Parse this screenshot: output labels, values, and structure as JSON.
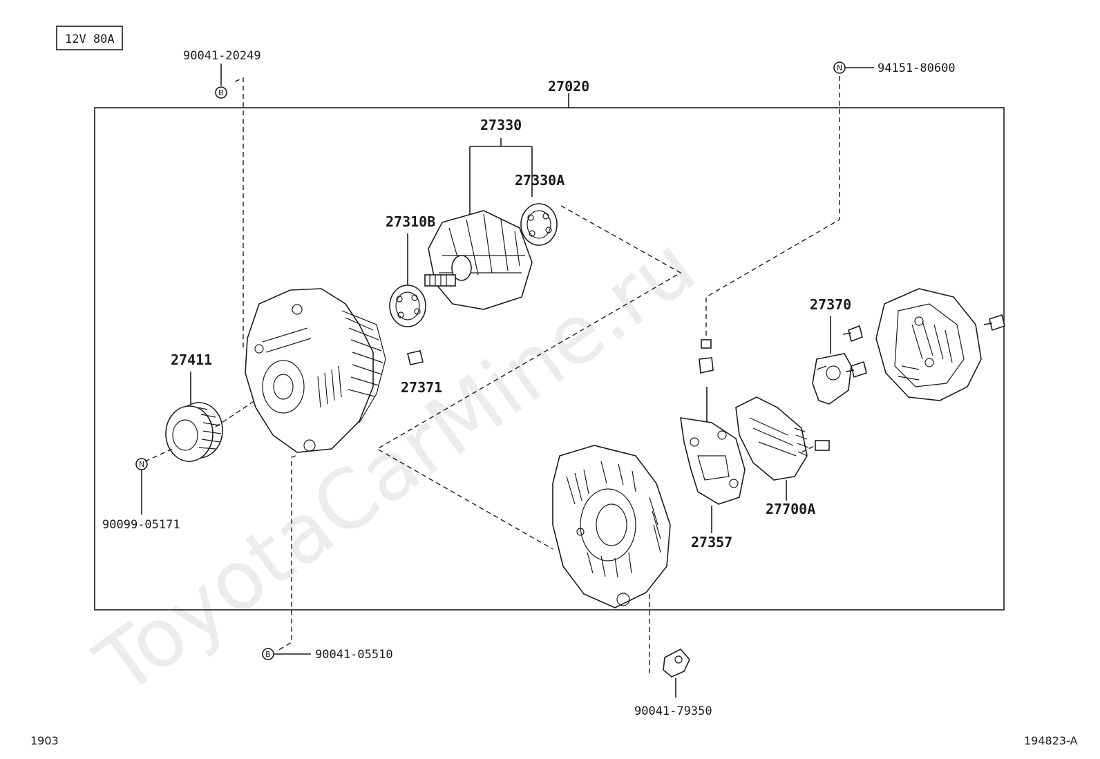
{
  "spec_box": "12V 80A",
  "watermark": "ToyotaCarMine.ru",
  "footer": {
    "left": "1903",
    "right": "194823-A"
  },
  "symbols": {
    "b": "B",
    "n": "N"
  },
  "labels": {
    "assembly": "27020",
    "bolt_top": "90041-20249",
    "nut_top_right": "94151-80600",
    "rotor": "27330",
    "bearing_rear": "27330A",
    "bearing_front": "27310B",
    "pulley": "27411",
    "brush_spring": "27371",
    "terminal": "27370",
    "nut_pulley": "90099-05171",
    "bolt_bottom": "90041-05510",
    "rectifier": "27357",
    "regulator": "27700A",
    "insulator_bottom": "90041-79350"
  }
}
